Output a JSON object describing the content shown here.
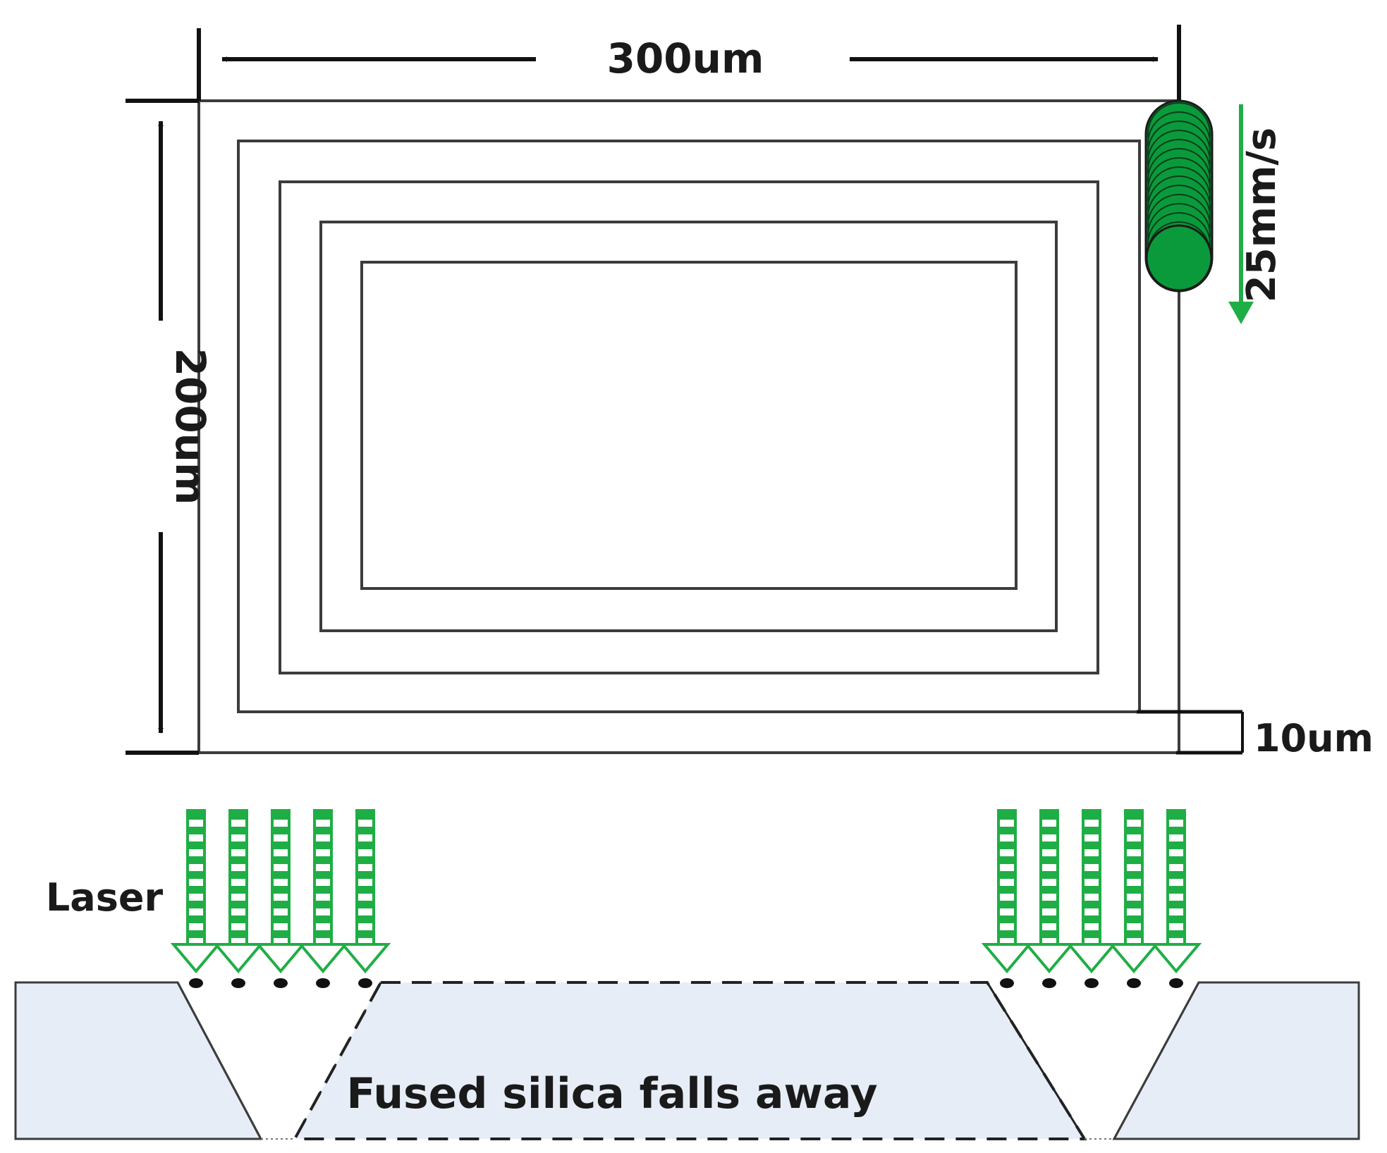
{
  "labels": {
    "width": "300um",
    "height": "200um",
    "speed": "25mm/s",
    "spacing": "10um",
    "laser": "Laser",
    "falls_away": "Fused silica falls away"
  },
  "colors": {
    "laser_green": "#1fae45",
    "beam_spot_green": "#0a9a3c",
    "glass_fill": "#e6edf7",
    "outline": "#3c3c3c",
    "text": "#1a1a1a"
  },
  "icons": {
    "beam_spot": "green-spot-stack",
    "laser_beam": "dashed-down-arrow-icon"
  }
}
